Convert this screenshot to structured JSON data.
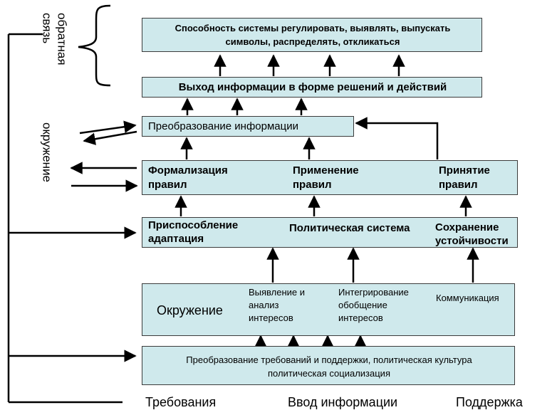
{
  "top_box": {
    "line1": "Способность системы регулировать, выявлять, выпускать",
    "line2": "символы, распределять, откликаться"
  },
  "output_box": "Выход информации в форме решений и действий",
  "transform_box": "Преобразование информации",
  "rules_box": {
    "formalization_line1": "Формализация",
    "formalization_line2": "правил",
    "application_line1": "Применение",
    "application_line2": "правил",
    "acceptance_line1": "Принятие",
    "acceptance_line2": "правил"
  },
  "system_box": {
    "adaptation_line1": "Приспособление",
    "adaptation_line2": "адаптация",
    "political_system": "Политическая система",
    "stability_line1": "Сохранение",
    "stability_line2": "устойчивости"
  },
  "environment_row": {
    "environment": "Окружение",
    "interests_line1": "Выявление и",
    "interests_line2": "анализ",
    "interests_line3": "интересов",
    "integration_line1": "Интегрирование",
    "integration_line2": "обобщение",
    "integration_line3": "интересов",
    "communication": "Коммуникация"
  },
  "bottom_box": {
    "line1": "Преобразование требований и поддержки, политическая культура",
    "line2": "политическая социализация"
  },
  "bottom_labels": {
    "demands": "Требования",
    "input": "Ввод информации",
    "support": "Поддержка"
  },
  "side_labels": {
    "feedback_line1": "обратная",
    "feedback_line2": "связь",
    "environment_vertical": "окружение"
  }
}
